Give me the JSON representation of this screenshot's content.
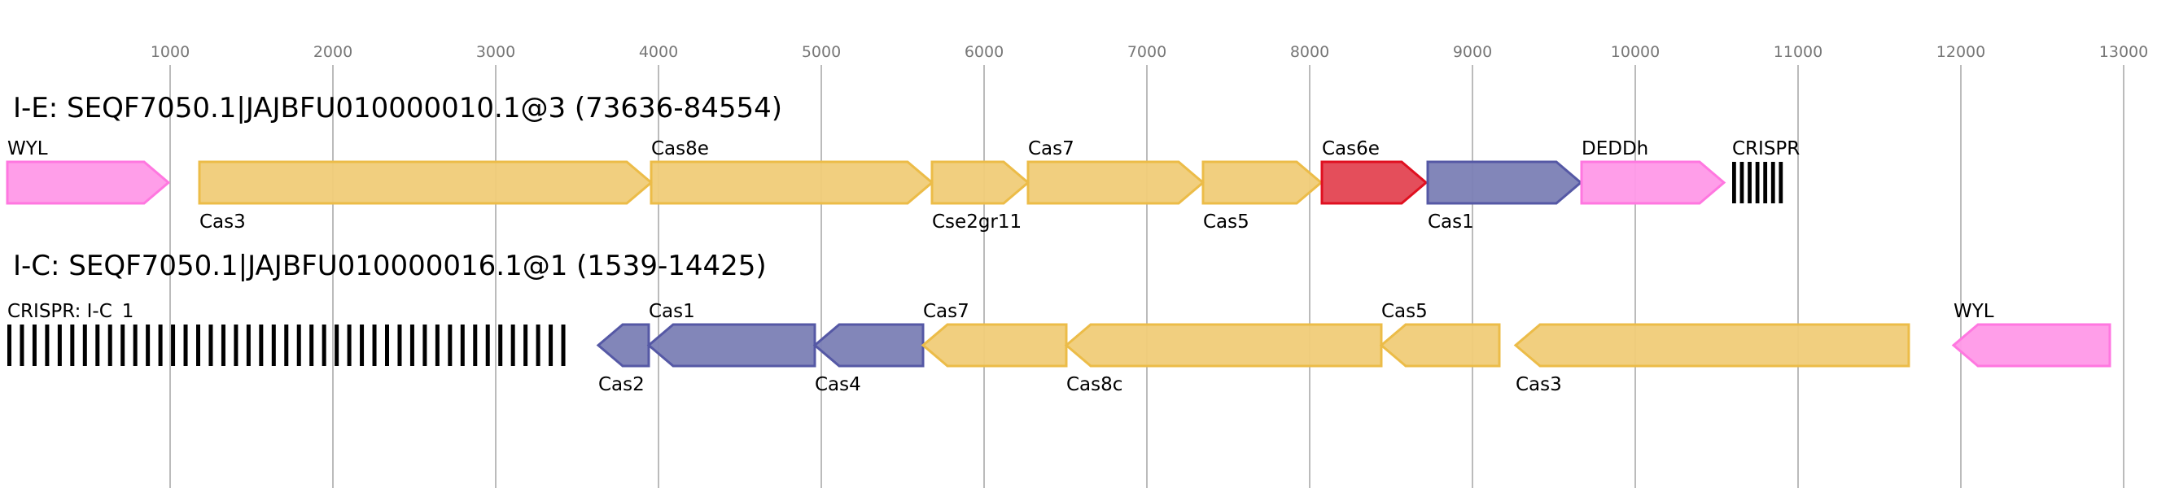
{
  "axis": {
    "ticks": [
      1000,
      2000,
      3000,
      4000,
      5000,
      6000,
      7000,
      8000,
      9000,
      10000,
      11000,
      12000,
      13000
    ]
  },
  "colors": {
    "pink": {
      "fill": "#ff99e8",
      "stroke": "#ff77e0"
    },
    "yellow": {
      "fill": "#f0cc78",
      "stroke": "#ecbc48"
    },
    "red": {
      "fill": "#e34552",
      "stroke": "#e01020"
    },
    "blue": {
      "fill": "#7b7fb5",
      "stroke": "#5558a5"
    }
  },
  "loci": [
    {
      "title": "I-E: SEQF7050.1|JAJBFU010000010.1@3 (73636-84554)",
      "genes": [
        {
          "label": "WYL",
          "start": 0,
          "end": 990,
          "strand": "+",
          "color": "pink",
          "pos": "above"
        },
        {
          "label": "Cas3",
          "start": 1180,
          "end": 3955,
          "strand": "+",
          "color": "yellow",
          "pos": "below"
        },
        {
          "label": "Cas8e",
          "start": 3955,
          "end": 5680,
          "strand": "+",
          "color": "yellow",
          "pos": "above"
        },
        {
          "label": "Cse2gr11",
          "start": 5680,
          "end": 6270,
          "strand": "+",
          "color": "yellow",
          "pos": "below"
        },
        {
          "label": "Cas7",
          "start": 6270,
          "end": 7345,
          "strand": "+",
          "color": "yellow",
          "pos": "above"
        },
        {
          "label": "Cas5",
          "start": 7345,
          "end": 8070,
          "strand": "+",
          "color": "yellow",
          "pos": "below"
        },
        {
          "label": "Cas6e",
          "start": 8075,
          "end": 8715,
          "strand": "+",
          "color": "red",
          "pos": "above"
        },
        {
          "label": "Cas1",
          "start": 8725,
          "end": 9665,
          "strand": "+",
          "color": "blue",
          "pos": "below"
        },
        {
          "label": "DEDDh",
          "start": 9670,
          "end": 10545,
          "strand": "+",
          "color": "pink",
          "pos": "above"
        },
        {
          "label": "CRISPR",
          "start": 10595,
          "end": 10930,
          "crispr": true,
          "repeats": 7,
          "pos": "above"
        }
      ]
    },
    {
      "title": "I-C: SEQF7050.1|JAJBFU010000016.1@1 (1539-14425)",
      "genes": [
        {
          "label": "CRISPR: I-C",
          "extra": "1",
          "start": 0,
          "end": 3480,
          "crispr": true,
          "repeats": 45,
          "pos": "above"
        },
        {
          "label": "Cas2",
          "start": 3630,
          "end": 3940,
          "strand": "-",
          "color": "blue",
          "pos": "below"
        },
        {
          "label": "Cas1",
          "start": 3940,
          "end": 4960,
          "strand": "-",
          "color": "blue",
          "pos": "above"
        },
        {
          "label": "Cas4",
          "start": 4960,
          "end": 5625,
          "strand": "-",
          "color": "blue",
          "pos": "below"
        },
        {
          "label": "Cas7",
          "start": 5625,
          "end": 6505,
          "strand": "-",
          "color": "yellow",
          "pos": "above"
        },
        {
          "label": "Cas8c",
          "start": 6505,
          "end": 8440,
          "strand": "-",
          "color": "yellow",
          "pos": "below"
        },
        {
          "label": "Cas5",
          "start": 8440,
          "end": 9165,
          "strand": "-",
          "color": "yellow",
          "pos": "above"
        },
        {
          "label": "Cas3",
          "start": 9265,
          "end": 11680,
          "strand": "-",
          "color": "yellow",
          "pos": "below"
        },
        {
          "label": "WYL",
          "start": 11955,
          "end": 12915,
          "strand": "-",
          "color": "pink",
          "pos": "above"
        }
      ]
    }
  ]
}
